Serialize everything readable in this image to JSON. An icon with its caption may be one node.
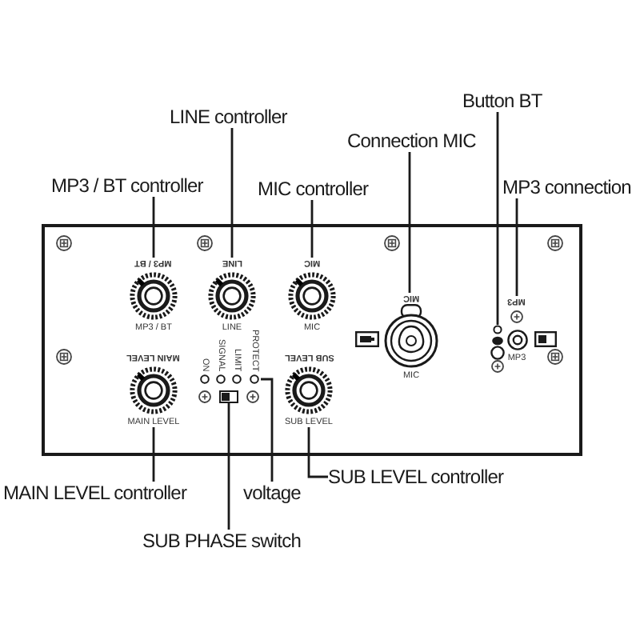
{
  "diagram": {
    "nodes": [
      {
        "text": [
          "Button BT"
        ]
      },
      {
        "text": [
          "LINE controller"
        ]
      },
      {
        "text": [
          "Connection MIC"
        ]
      },
      {
        "text": [
          "MP3 / BT controller"
        ]
      },
      {
        "text": [
          "MIC controller"
        ]
      },
      {
        "text": [
          "MP3 connection"
        ]
      },
      {
        "text": [
          "MP3 / BT",
          "MP3 / BT"
        ]
      },
      {
        "text": [
          "LINE",
          "LINE"
        ]
      },
      {
        "text": [
          "MIC",
          "MIC"
        ]
      },
      {
        "text": [
          "MIC",
          "MIC"
        ]
      },
      {
        "text": [],
        "shape": "circle"
      },
      {
        "text": [
          "MP3",
          "MP3"
        ]
      },
      {
        "text": [
          "MAIN LEVEL",
          "MAIN LEVEL"
        ]
      },
      {
        "text": [
          "PROTECT"
        ]
      },
      {
        "text": [],
        "shape": "box"
      },
      {
        "text": [
          "SUB LEVEL",
          "SUB LEVEL"
        ]
      },
      {
        "text": [
          "SUB LEVEL controller"
        ]
      },
      {
        "text": [
          "MAIN LEVEL controller"
        ]
      },
      {
        "text": [
          "voltage"
        ]
      },
      {
        "text": [
          "SUB PHASE switch"
        ]
      }
    ],
    "edges": [
      {
        "from": 0,
        "to": 10,
        "arrow": "none"
      },
      {
        "from": 1,
        "to": 7,
        "arrow": "none"
      },
      {
        "from": 2,
        "to": 9,
        "arrow": "none"
      },
      {
        "from": 3,
        "to": 6,
        "arrow": "none"
      },
      {
        "from": 4,
        "to": 8,
        "arrow": "none"
      },
      {
        "from": 5,
        "to": 11,
        "arrow": "none"
      },
      {
        "from": 17,
        "to": 12,
        "arrow": "none"
      },
      {
        "from": 19,
        "to": 14,
        "arrow": "none"
      },
      {
        "from": 18,
        "to": 13,
        "arrow": "none"
      },
      {
        "from": 16,
        "to": 15,
        "arrow": "none"
      }
    ],
    "labels": [
      "ON",
      "SIGNAL",
      "LIMIT"
    ]
  }
}
